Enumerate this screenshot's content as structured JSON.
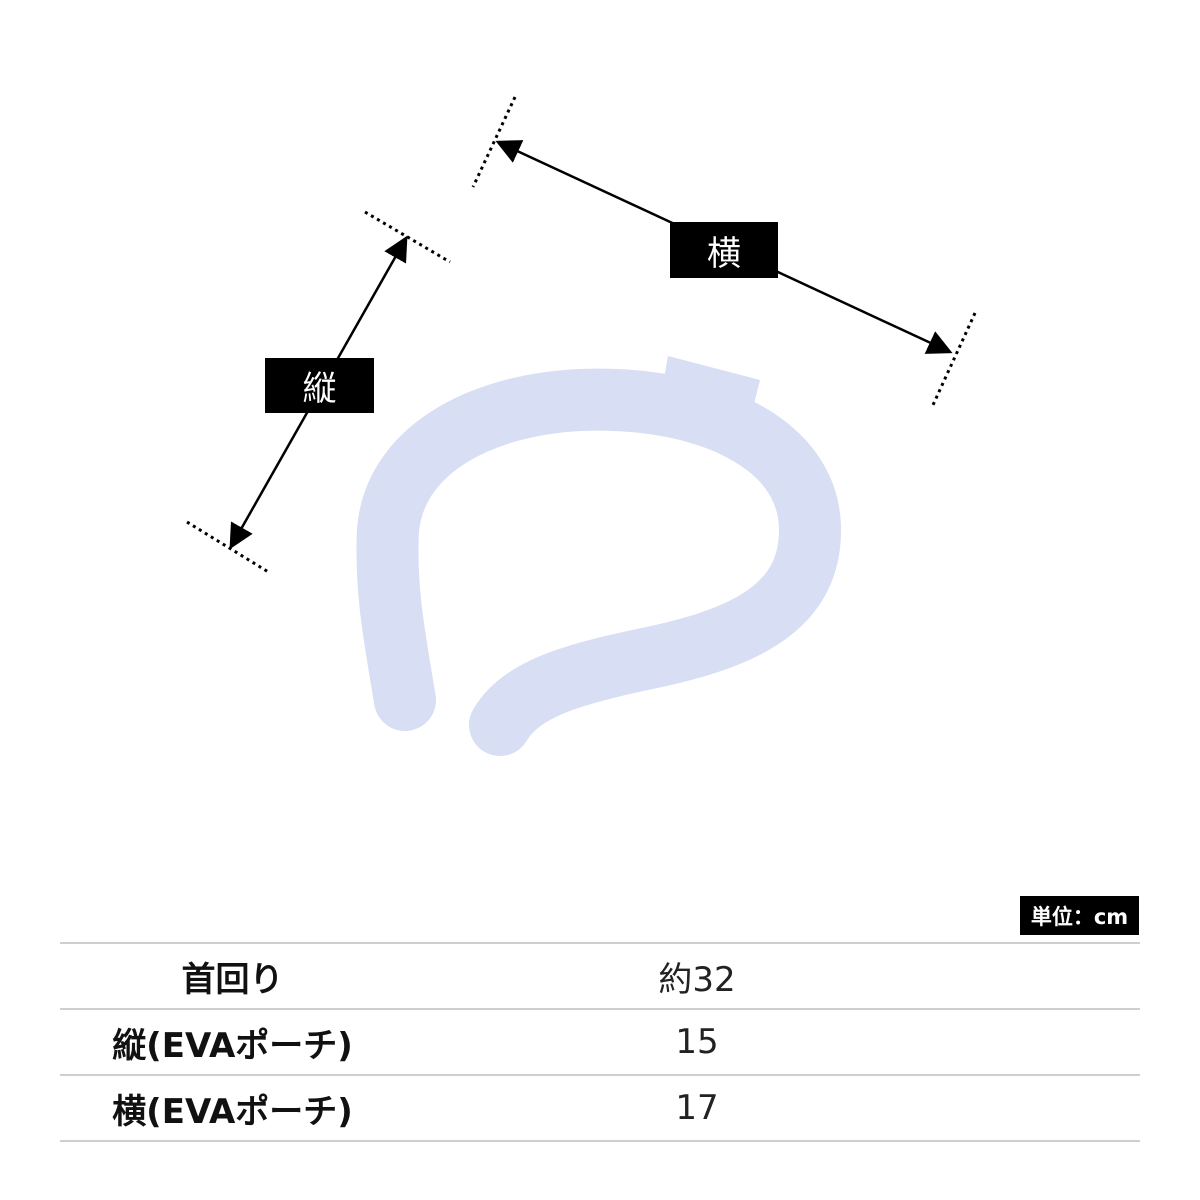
{
  "dimensions": {
    "vertical_label": "縦",
    "horizontal_label": "横"
  },
  "unit_label": "単位：cm",
  "table": {
    "rows": [
      {
        "label": "首回り",
        "value": "約32"
      },
      {
        "label": "縦(EVAポーチ)",
        "value": "15"
      },
      {
        "label": "横(EVAポーチ)",
        "value": "17"
      }
    ]
  },
  "colors": {
    "ring": "#d8def3",
    "label_bg": "#000000",
    "divider": "#cfcfcf"
  }
}
